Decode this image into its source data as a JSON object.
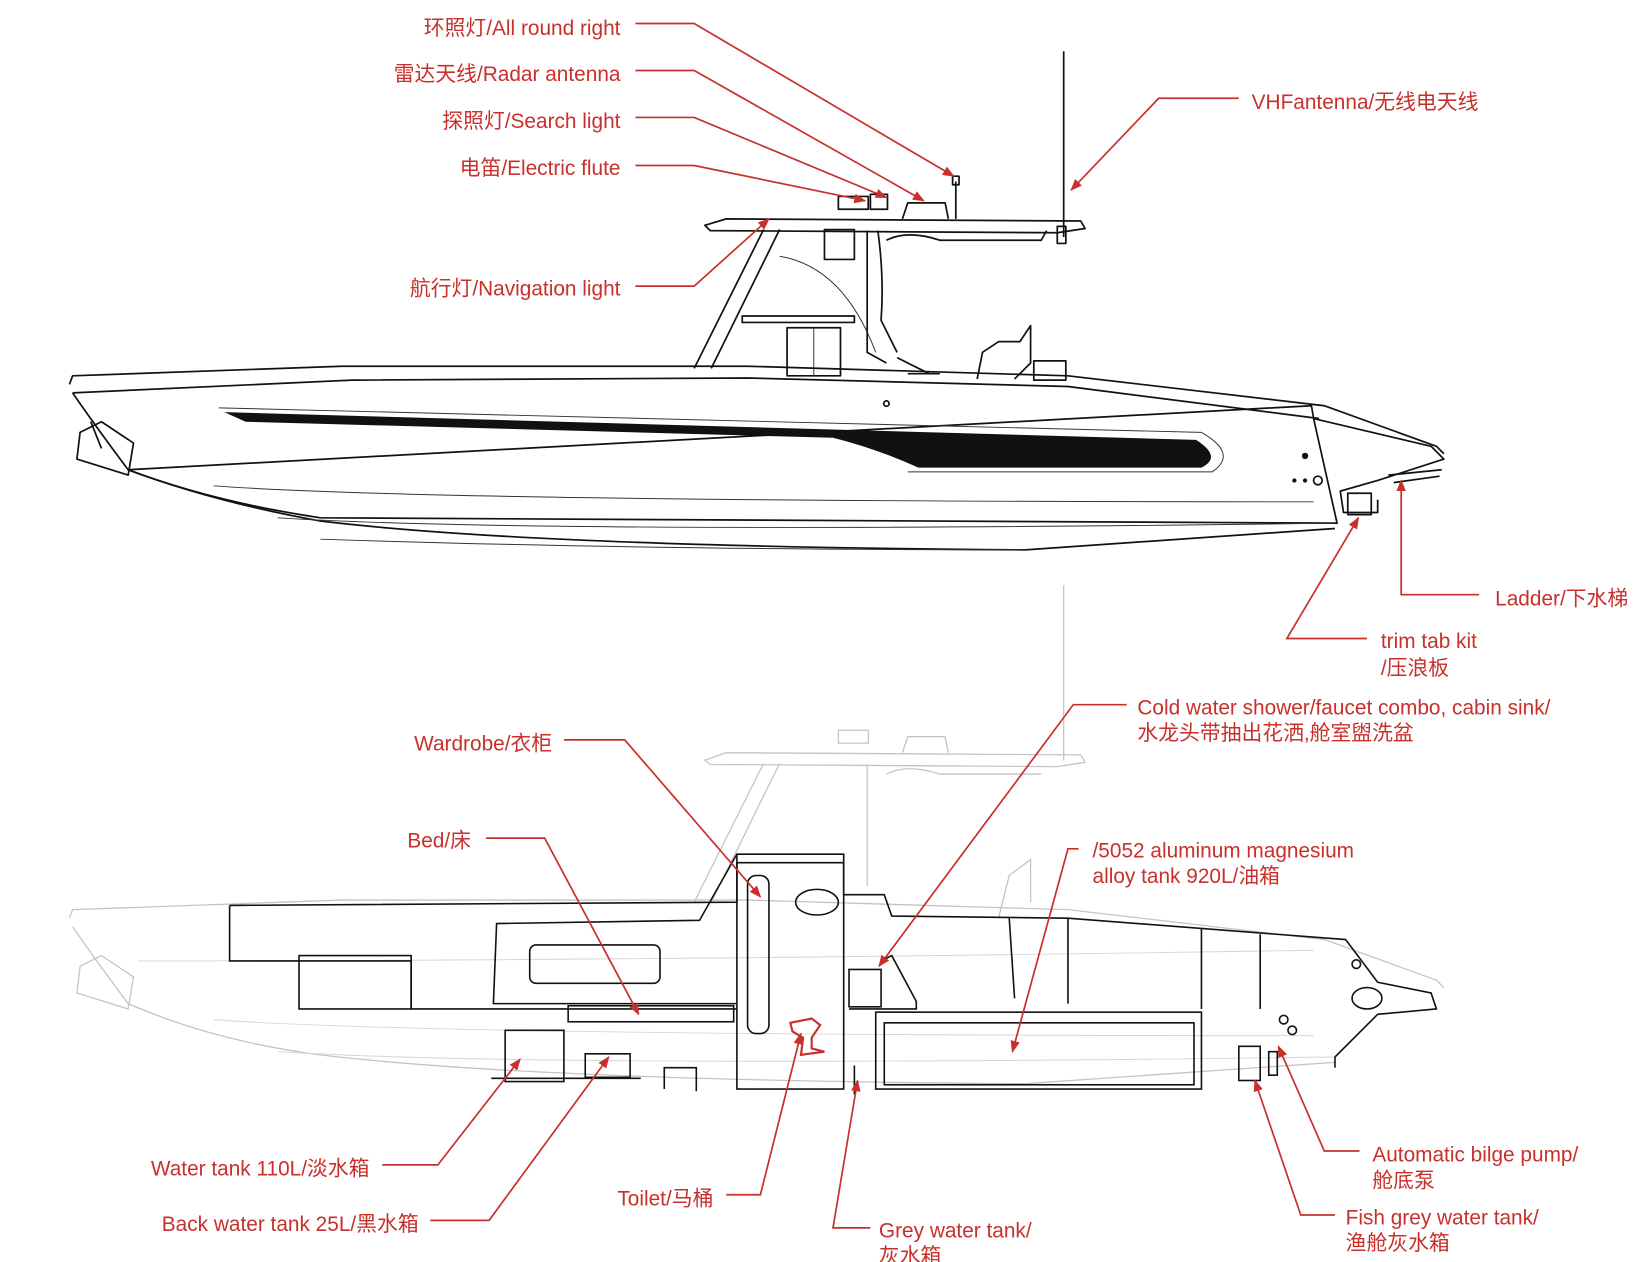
{
  "colors": {
    "label": "#c8302c",
    "line": "#111111",
    "ghost": "#c4c4c4"
  },
  "top_view": {
    "labels": {
      "all_round_light": "环照灯/All round right",
      "radar_antenna": "雷达天线/Radar antenna",
      "search_light": "探照灯/Search light",
      "electric_flute": "电笛/Electric flute",
      "navigation_light": "航行灯/Navigation light",
      "vhf_antenna": "VHFantenna/无线电天线",
      "ladder": "Ladder/下水梯",
      "trim_tab_line1": "trim tab kit",
      "trim_tab_line2": "/压浪板"
    }
  },
  "interior_view": {
    "labels": {
      "shower_line1": "Cold water shower/faucet combo, cabin sink/",
      "shower_line2": "水龙头带抽出花洒,舱室盥洗盆",
      "wardrobe": "Wardrobe/衣柜",
      "bed": "Bed/床",
      "fuel_tank_line1": "/5052 aluminum magnesium",
      "fuel_tank_line2": "alloy tank 920L/油箱",
      "water_tank": "Water tank 110L/淡水箱",
      "black_water_tank": "Back water tank 25L/黑水箱",
      "toilet": "Toilet/马桶",
      "grey_water_line1": "Grey water tank/",
      "grey_water_line2": "灰水箱",
      "bilge_pump_line1": "Automatic bilge pump/",
      "bilge_pump_line2": "舱底泵",
      "fish_grey_line1": "Fish grey water tank/",
      "fish_grey_line2": "渔舱灰水箱"
    }
  }
}
